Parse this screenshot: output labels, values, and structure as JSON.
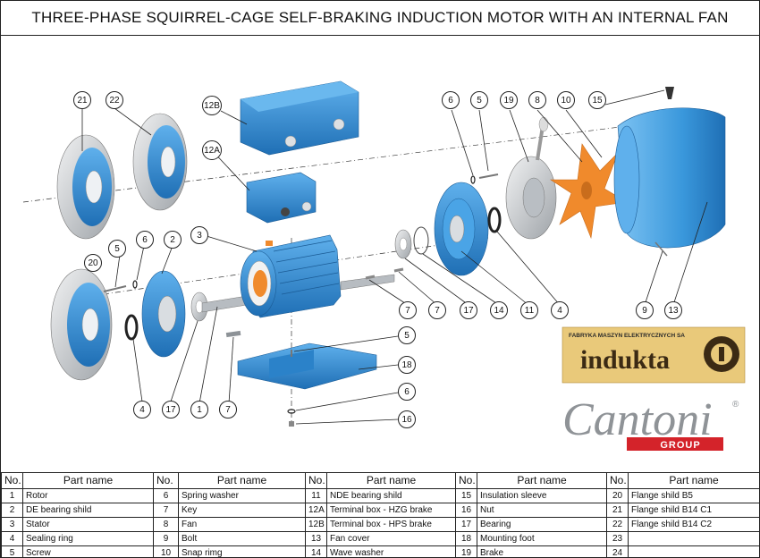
{
  "title": "THREE-PHASE SQUIRREL-CAGE SELF-BRAKING INDUCTION MOTOR WITH AN INTERNAL FAN",
  "logos": {
    "indukta_tagline": "FABRYKA MASZYN ELEKTRYCZNYCH SA",
    "indukta_name": "indukta",
    "cantoni_name": "Cantoni",
    "cantoni_group": "GROUP",
    "cantoni_mark": "®"
  },
  "callouts": [
    "21",
    "22",
    "12B",
    "12A",
    "6",
    "5",
    "19",
    "8",
    "10",
    "15",
    "3",
    "2",
    "6",
    "5",
    "20",
    "4",
    "17",
    "1",
    "7",
    "7",
    "7",
    "17",
    "14",
    "11",
    "4",
    "9",
    "13",
    "5",
    "18",
    "6",
    "16"
  ],
  "table": {
    "headers": [
      "No.",
      "Part name",
      "No.",
      "Part name",
      "No.",
      "Part name",
      "No.",
      "Part name",
      "No.",
      "Part name"
    ],
    "rows": [
      [
        [
          "1",
          "Rotor"
        ],
        [
          "6",
          "Spring washer"
        ],
        [
          "11",
          "NDE bearing shild"
        ],
        [
          "15",
          "Insulation sleeve"
        ],
        [
          "20",
          "Flange shild B5"
        ]
      ],
      [
        [
          "2",
          "DE bearing shild"
        ],
        [
          "7",
          "Key"
        ],
        [
          "12A",
          "Terminal box - HZG brake"
        ],
        [
          "16",
          "Nut"
        ],
        [
          "21",
          "Flange shild B14 C1"
        ]
      ],
      [
        [
          "3",
          "Stator"
        ],
        [
          "8",
          "Fan"
        ],
        [
          "12B",
          "Terminal box - HPS brake"
        ],
        [
          "17",
          "Bearing"
        ],
        [
          "22",
          "Flange shild B14 C2"
        ]
      ],
      [
        [
          "4",
          "Sealing ring"
        ],
        [
          "9",
          "Bolt"
        ],
        [
          "13",
          "Fan cover"
        ],
        [
          "18",
          "Mounting foot"
        ],
        [
          "23",
          ""
        ]
      ],
      [
        [
          "5",
          "Screw"
        ],
        [
          "10",
          "Snap rimg"
        ],
        [
          "14",
          "Wave washer"
        ],
        [
          "19",
          "Brake"
        ],
        [
          "24",
          ""
        ]
      ]
    ]
  },
  "colors": {
    "part_blue": "#2f8fd8",
    "part_blue_dark": "#1f6fb5",
    "part_grey": "#c9ccd0",
    "fan_orange": "#f08a2c",
    "indukta_bg": "#e9c97a",
    "cantoni_red": "#d4232a"
  }
}
